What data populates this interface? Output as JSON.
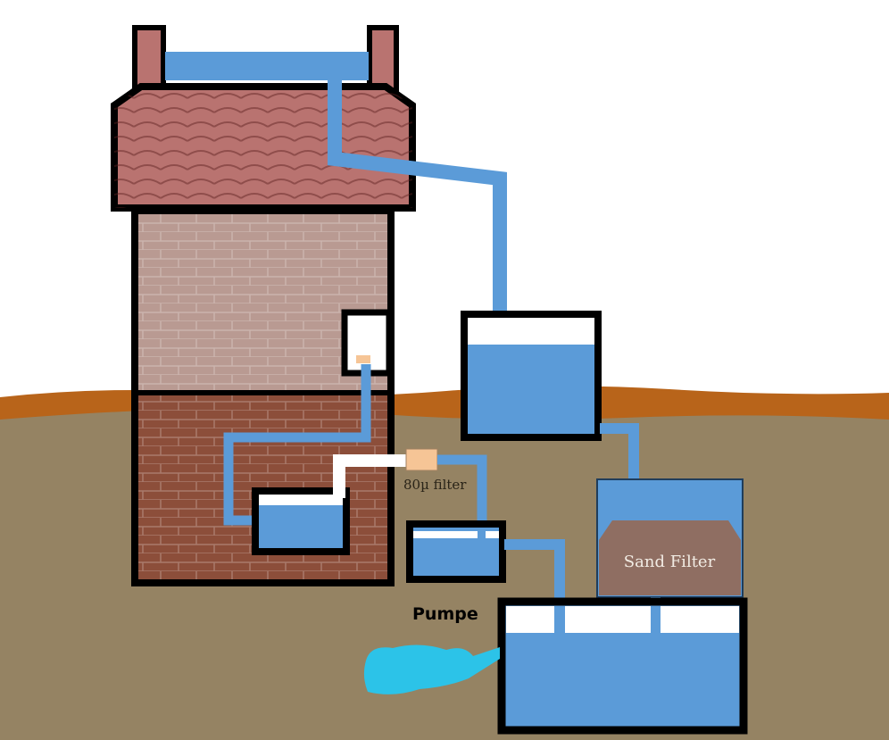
{
  "labels": {
    "filter": "80µ filter",
    "sand_filter": "Sand Filter",
    "pump": "Pumpe"
  },
  "colors": {
    "water": "#5b9bd8",
    "ground": "#958363",
    "topsoil": "#b8641a",
    "roof": "#b97370",
    "brick_upper": "#b99a92",
    "brick_lower": "#8c4e3a",
    "sand": "#8f6e62",
    "filter": "#f6c596",
    "splash": "#2cc3e8"
  }
}
